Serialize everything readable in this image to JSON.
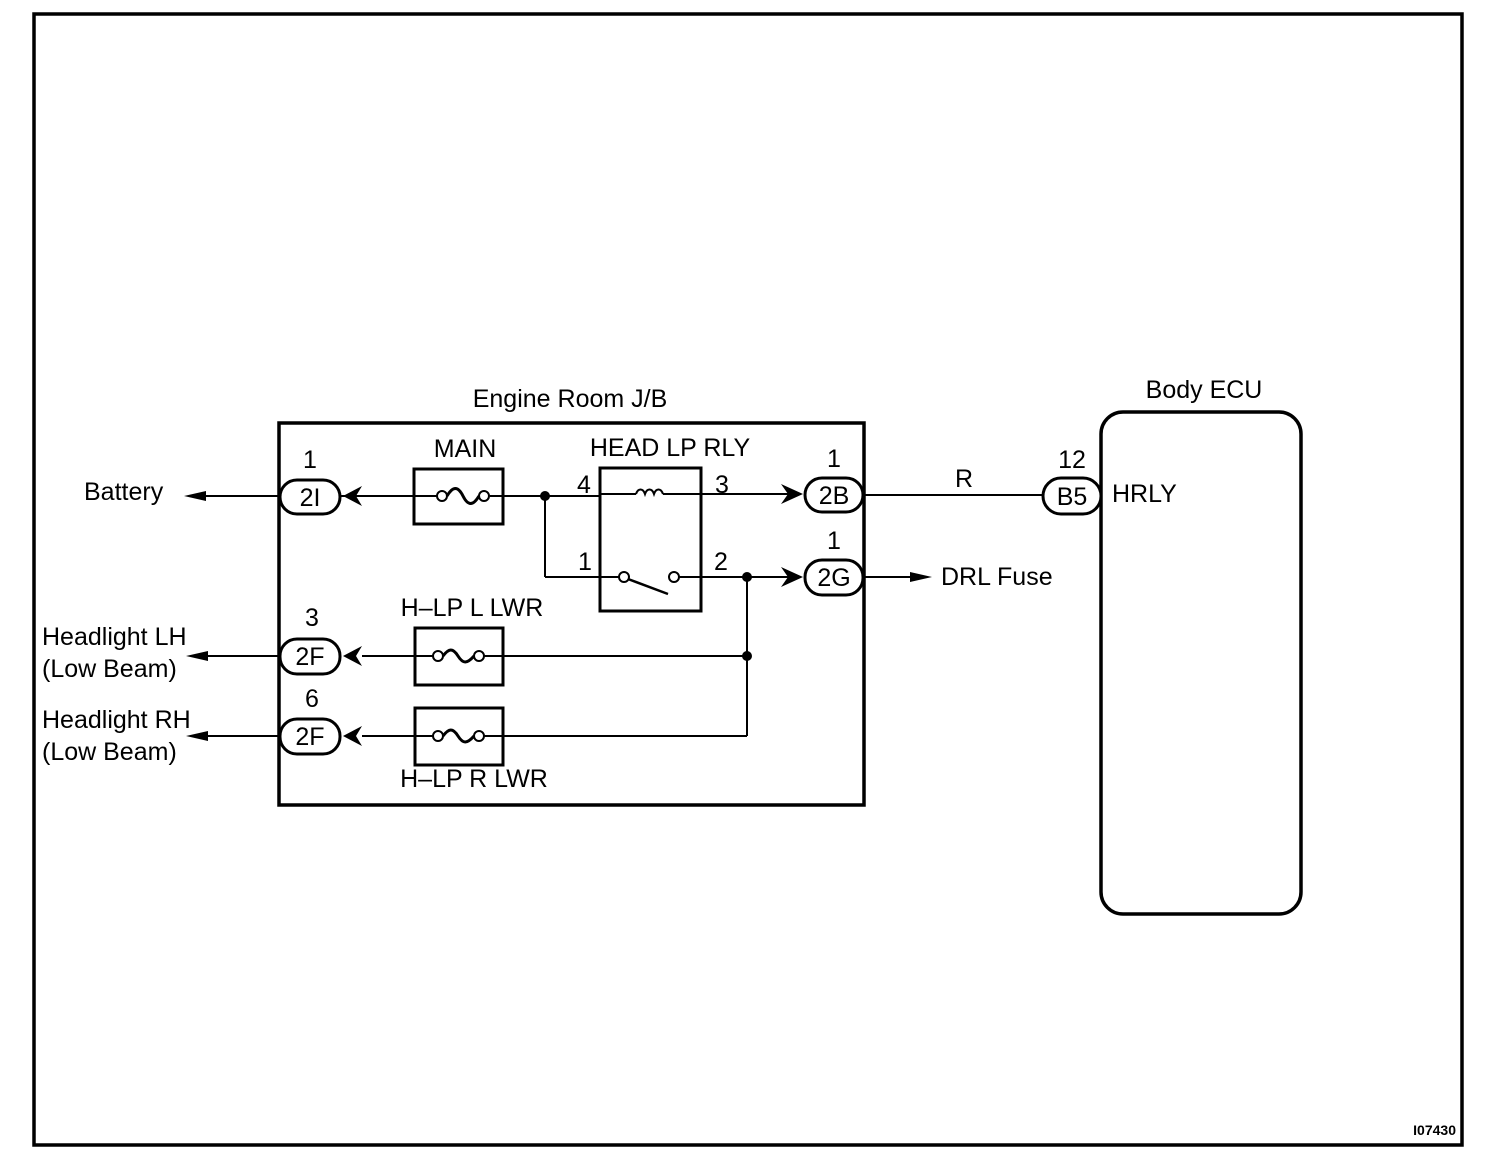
{
  "diagram": {
    "figure_id": "I07430",
    "junction_block": {
      "title": "Engine Room J/B",
      "fuses": [
        {
          "label": "MAIN"
        },
        {
          "label": "H–LP L LWR"
        },
        {
          "label": "H–LP R LWR"
        }
      ],
      "relay": {
        "label": "HEAD LP RLY",
        "pins": [
          "4",
          "3",
          "1",
          "2"
        ]
      },
      "connectors": [
        {
          "code": "2I",
          "pin": "1"
        },
        {
          "code": "2B",
          "pin": "1"
        },
        {
          "code": "2G",
          "pin": "1"
        },
        {
          "code": "2F",
          "pin": "3"
        },
        {
          "code": "2F",
          "pin": "6"
        }
      ]
    },
    "external": {
      "battery": "Battery",
      "drl_fuse": "DRL Fuse",
      "headlight_lh": [
        "Headlight LH",
        "(Low Beam)"
      ],
      "headlight_rh": [
        "Headlight RH",
        "(Low Beam)"
      ]
    },
    "wire_color": "R",
    "ecu": {
      "title": "Body ECU",
      "connector": {
        "code": "B5",
        "pin": "12"
      },
      "terminal": "HRLY"
    }
  }
}
